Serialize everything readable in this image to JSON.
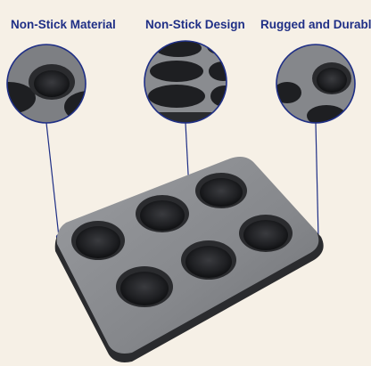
{
  "features": [
    {
      "label": "Non-Stick Material"
    },
    {
      "label": "Non-Stick Design"
    },
    {
      "label": "Rugged and Durable"
    }
  ],
  "colors": {
    "background": "#f6f0e6",
    "label_text": "#1f2f86",
    "callout_ring": "#1f2f86",
    "pan_surface": "#8d8f93",
    "pan_rim": "#2a2b2e",
    "cup_interior": "#1c1d20"
  },
  "product": {
    "cup_count": 6
  }
}
